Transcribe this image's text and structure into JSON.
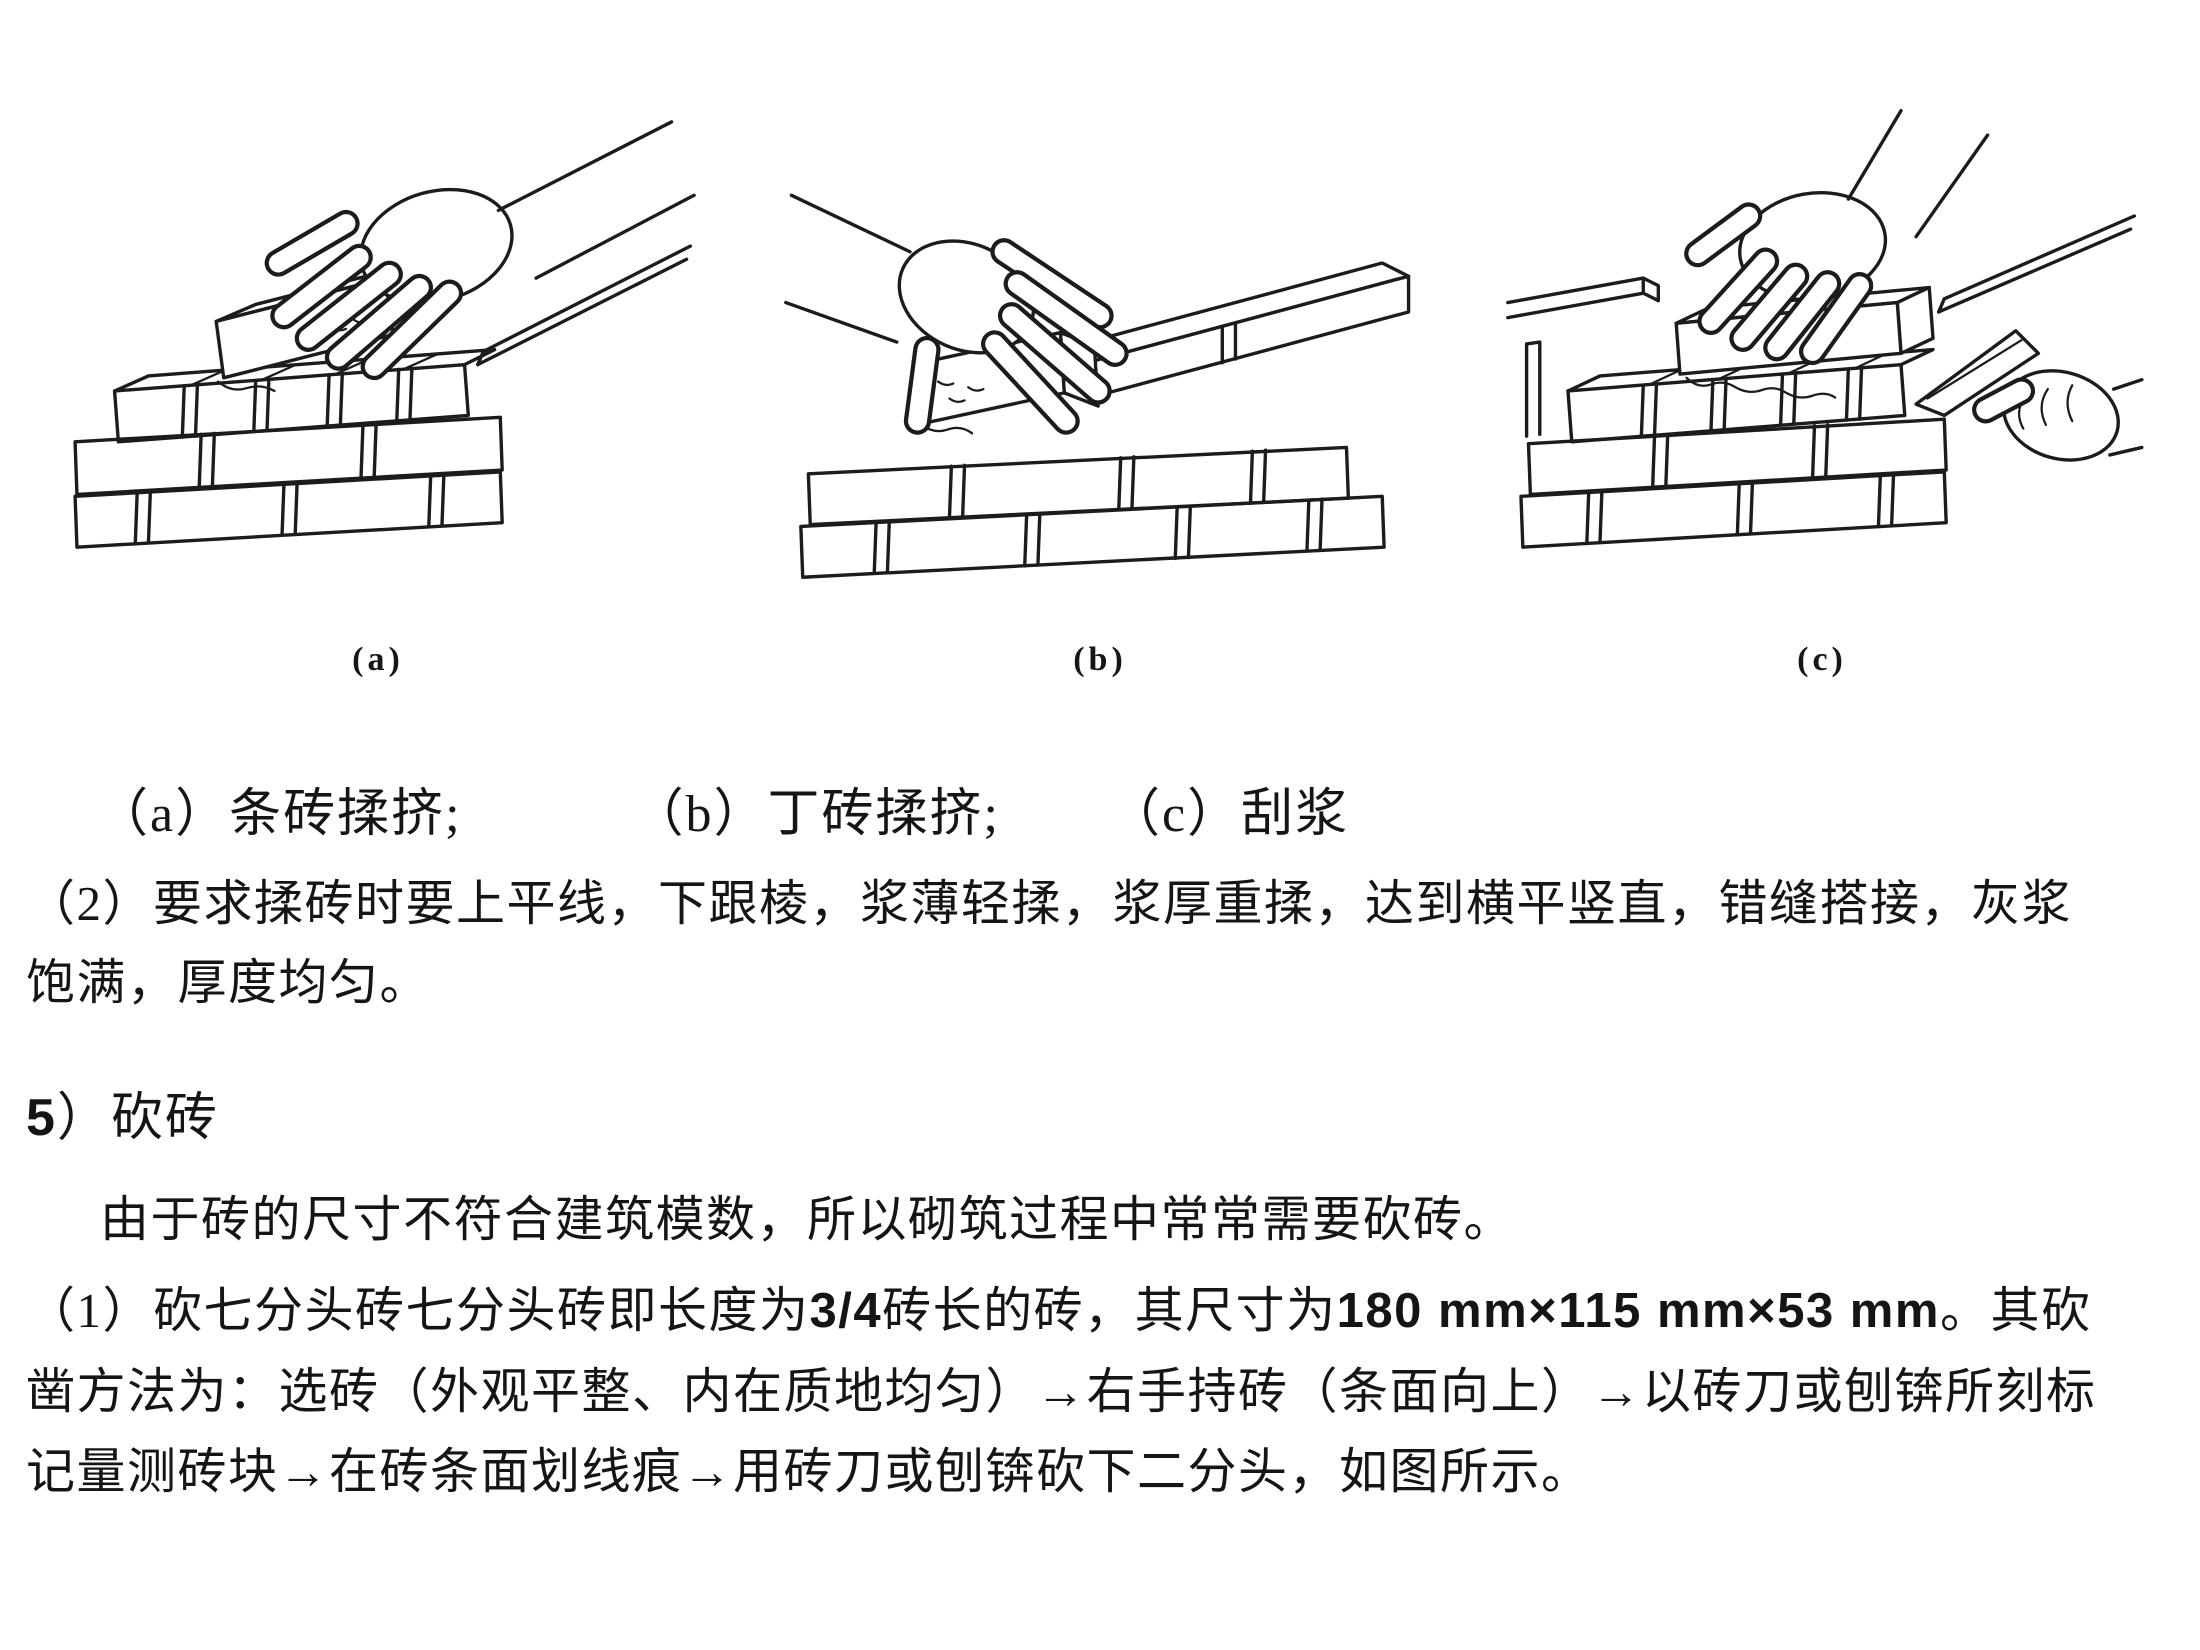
{
  "figures": [
    {
      "id": "a",
      "sublabel": "(a)"
    },
    {
      "id": "b",
      "sublabel": "(b)"
    },
    {
      "id": "c",
      "sublabel": "(c)"
    }
  ],
  "caption": {
    "a": "（a）条砖揉挤;",
    "b": "（b）丁砖揉挤;",
    "c": "（c）刮浆"
  },
  "text": {
    "para2": "（2）要求揉砖时要上平线，下跟棱，浆薄轻揉，浆厚重揉，达到横平竖直，错缝搭接，灰浆饱满，厚度均匀。",
    "heading_segments": [
      {
        "t": "5",
        "b": true
      },
      {
        "t": "）砍砖",
        "b": false
      }
    ],
    "intro": "由于砖的尺寸不符合建筑模数，所以砌筑过程中常常需要砍砖。",
    "para1_segments": [
      {
        "t": "（1）砍七分头砖七分头砖即长度为",
        "b": false
      },
      {
        "t": "3/4",
        "b": true
      },
      {
        "t": "砖长的砖，其尺寸为",
        "b": false
      },
      {
        "t": "180 mm×115 mm×53 mm",
        "b": true
      },
      {
        "t": "。其砍凿方法为：选砖（外观平整、内在质地均匀）",
        "b": false
      },
      {
        "t": "→",
        "b": true
      },
      {
        "t": "右手持砖（条面向上）",
        "b": false
      },
      {
        "t": "→",
        "b": true
      },
      {
        "t": "以砖刀或刨锛所刻标记量测砖块",
        "b": false
      },
      {
        "t": "→",
        "b": true
      },
      {
        "t": "在砖条面划线痕",
        "b": false
      },
      {
        "t": "→",
        "b": true
      },
      {
        "t": "用砖刀或刨锛砍下二分头，如图所示。",
        "b": false
      }
    ]
  }
}
